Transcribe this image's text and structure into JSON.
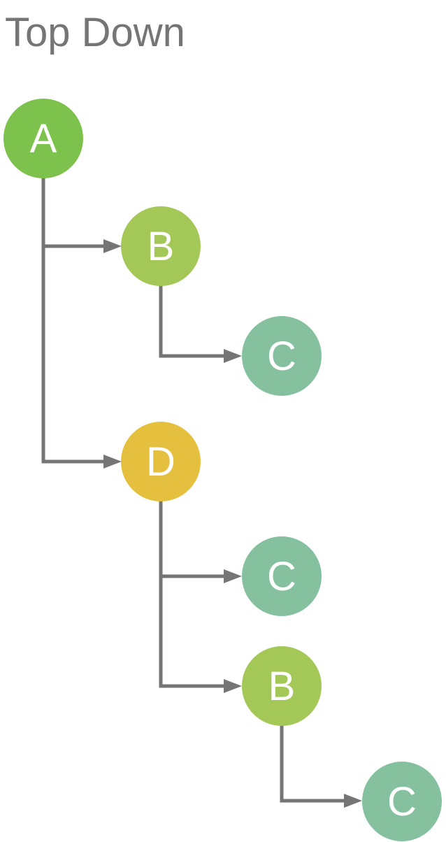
{
  "title": "Top Down",
  "colors": {
    "background": "#FFFFFF",
    "title_text": "#757575",
    "link": "#757575",
    "node_label_text": "#FFFFFF",
    "node_green": "#7DC24C",
    "node_yellow_green": "#A4C858",
    "node_teal": "#85C19E",
    "node_gold": "#E5BF3E"
  },
  "diagram": {
    "type": "tree",
    "direction": "top-down",
    "nodes": [
      {
        "key": "A",
        "label": "A",
        "color": "#7DC24C"
      },
      {
        "key": "B1",
        "label": "B",
        "color": "#A4C858"
      },
      {
        "key": "C1",
        "label": "C",
        "color": "#85C19E"
      },
      {
        "key": "D",
        "label": "D",
        "color": "#E5BF3E"
      },
      {
        "key": "C2",
        "label": "C",
        "color": "#85C19E"
      },
      {
        "key": "B2",
        "label": "B",
        "color": "#A4C858"
      },
      {
        "key": "C3",
        "label": "C",
        "color": "#85C19E"
      }
    ],
    "edges": [
      {
        "from": "A",
        "to": "B1"
      },
      {
        "from": "B1",
        "to": "C1"
      },
      {
        "from": "A",
        "to": "D"
      },
      {
        "from": "D",
        "to": "C2"
      },
      {
        "from": "D",
        "to": "B2"
      },
      {
        "from": "B2",
        "to": "C3"
      }
    ]
  }
}
